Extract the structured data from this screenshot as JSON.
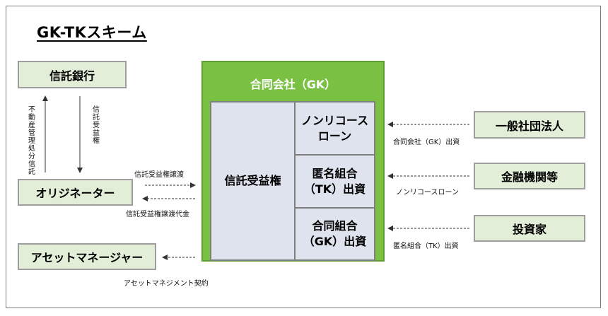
{
  "title": "GK-TKスキーム",
  "boxes": {
    "trust_bank": "信託銀行",
    "originator": "オリジネーター",
    "asset_manager": "アセットマネージャー",
    "general_association": "一般社団法人",
    "financial_institutions": "金融機関等",
    "investor": "投資家"
  },
  "gk": {
    "title": "合同会社（GK）",
    "trust_beneficiary": "信託受益権",
    "nonrecourse_loan": "ノンリコース\nローン",
    "tk_investment": "匿名組合\n（TK）出資",
    "gk_investment": "合同組合\n（GK）出資"
  },
  "labels": {
    "real_estate_trust": "不動産管理処分信託",
    "trust_beneficiary_vertical": "信託受益権",
    "transfer": "信託受益権譲渡",
    "transfer_payment": "信託受益権譲渡代金",
    "asset_mgmt_contract": "アセットマネジメント契約",
    "gk_funding": "合同会社（GK）出資",
    "nonrecourse_label": "ノンリコースローン",
    "tk_label": "匿名組合（TK）出資"
  },
  "colors": {
    "gk_green": "#7ac143",
    "party_fill": "#e2eed8",
    "cell_fill": "#dfe3ee"
  }
}
